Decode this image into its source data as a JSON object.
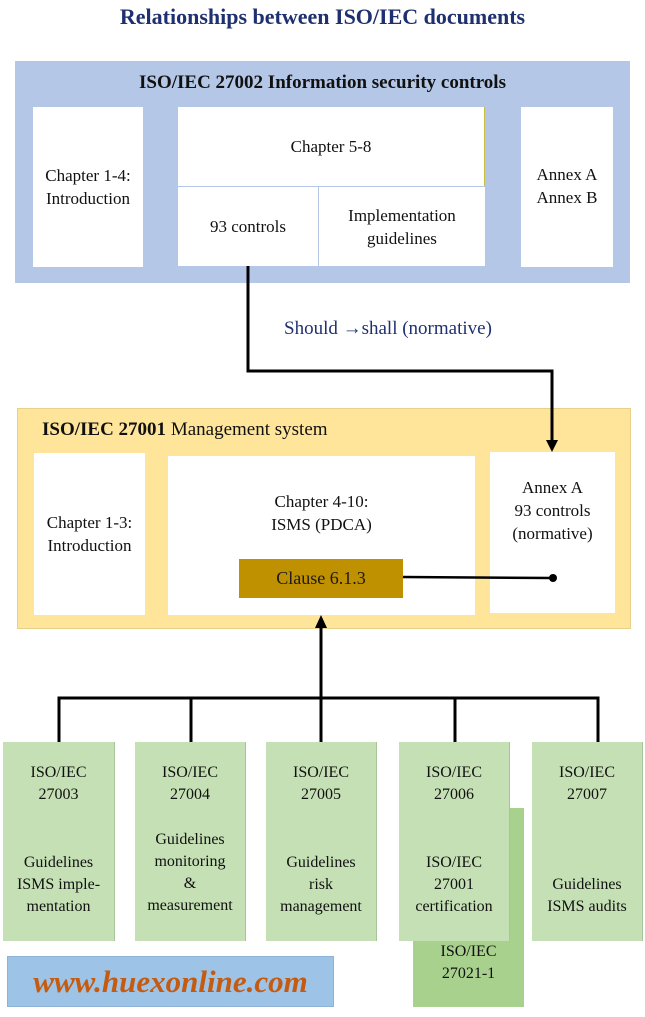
{
  "title": "Relationships between ISO/IEC documents",
  "iso27002": {
    "heading": "ISO/IEC 27002 Information security controls",
    "intro": [
      "Chapter 1-4:",
      "Introduction"
    ],
    "chapters": "Chapter 5-8",
    "controls": "93 controls",
    "guidelines": [
      "Implementation",
      "guidelines"
    ],
    "annexes": [
      "Annex A",
      "Annex B"
    ]
  },
  "arrow_label": "Should →shall (normative)",
  "iso27001": {
    "heading_bold": "ISO/IEC 27001",
    "heading_rest": " Management system",
    "intro": [
      "Chapter 1-3:",
      "Introduction"
    ],
    "chapters": [
      "Chapter 4-10:",
      "ISMS (PDCA)"
    ],
    "clause": "Clause 6.1.3",
    "annex": [
      "Annex A",
      "93 controls",
      "(normative)"
    ]
  },
  "standards": [
    {
      "code": [
        "ISO/IEC",
        "27003"
      ],
      "desc": [
        "Guidelines",
        "ISMS imple-",
        "mentation"
      ]
    },
    {
      "code": [
        "ISO/IEC",
        "27004"
      ],
      "desc": [
        "Guidelines",
        "monitoring",
        "&",
        "measurement"
      ]
    },
    {
      "code": [
        "ISO/IEC",
        "27005"
      ],
      "desc": [
        "Guidelines",
        "risk",
        "management"
      ]
    },
    {
      "code": [
        "ISO/IEC",
        "27006"
      ],
      "desc": [
        "ISO/IEC",
        "27001",
        "certification"
      ]
    },
    {
      "code": [
        "ISO/IEC",
        "27007"
      ],
      "desc": [
        "Guidelines",
        "ISMS audits"
      ]
    }
  ],
  "iso27021": [
    "ISO/IEC",
    "27021-1"
  ],
  "website": "www.huexonline.com",
  "colors": {
    "title": "#1f3070",
    "blue_panel": "#b4c7e7",
    "yellow_panel": "#fee599",
    "clause": "#bf9000",
    "green": "#c5e0b4",
    "green_dark": "#a9d18e",
    "brand_text": "#c55a11",
    "brand_bg": "#9dc3e6"
  }
}
